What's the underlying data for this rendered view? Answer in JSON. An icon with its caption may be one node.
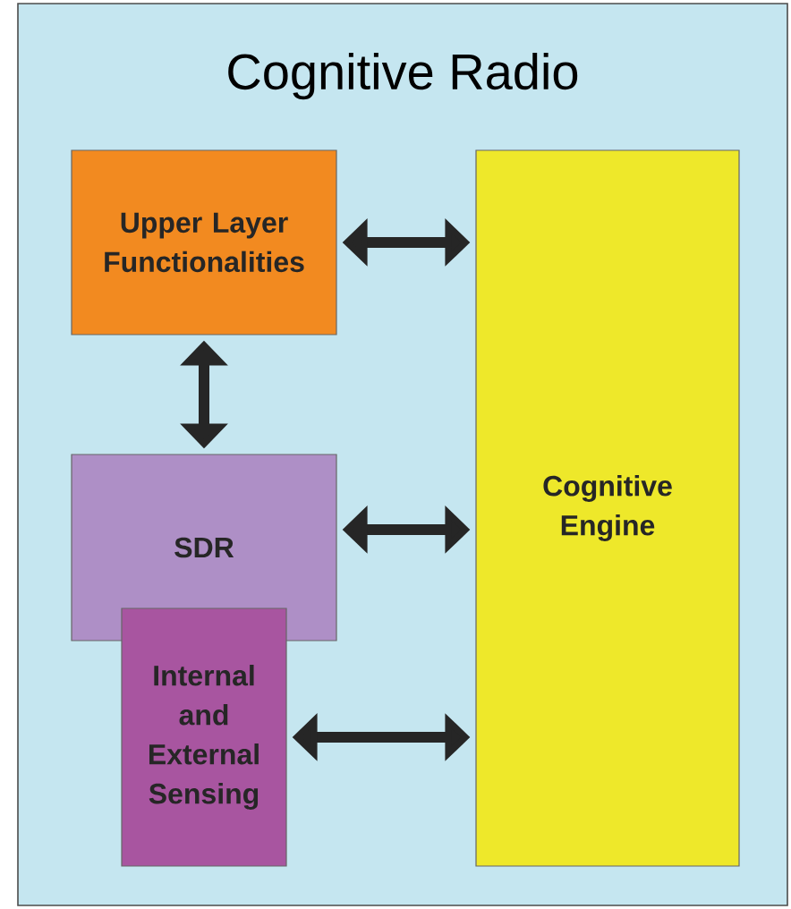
{
  "diagram": {
    "nodes": [
      {
        "text": [
          "Cognitive Radio"
        ]
      },
      {
        "text": [
          "Upper Layer Functionalities"
        ],
        "in": 0
      },
      {
        "text": [
          "SDR"
        ],
        "in": 0
      },
      {
        "text": [
          "Internal and External Sensing"
        ],
        "in": 0
      },
      {
        "text": [
          "Cognitive Engine"
        ],
        "in": 0
      }
    ],
    "edges": [
      {
        "from": 1,
        "to": 4,
        "arrow": "both"
      },
      {
        "from": 1,
        "to": 2,
        "arrow": "both"
      },
      {
        "from": 2,
        "to": 4,
        "arrow": "both"
      },
      {
        "from": 3,
        "to": 4,
        "arrow": "both"
      }
    ]
  }
}
